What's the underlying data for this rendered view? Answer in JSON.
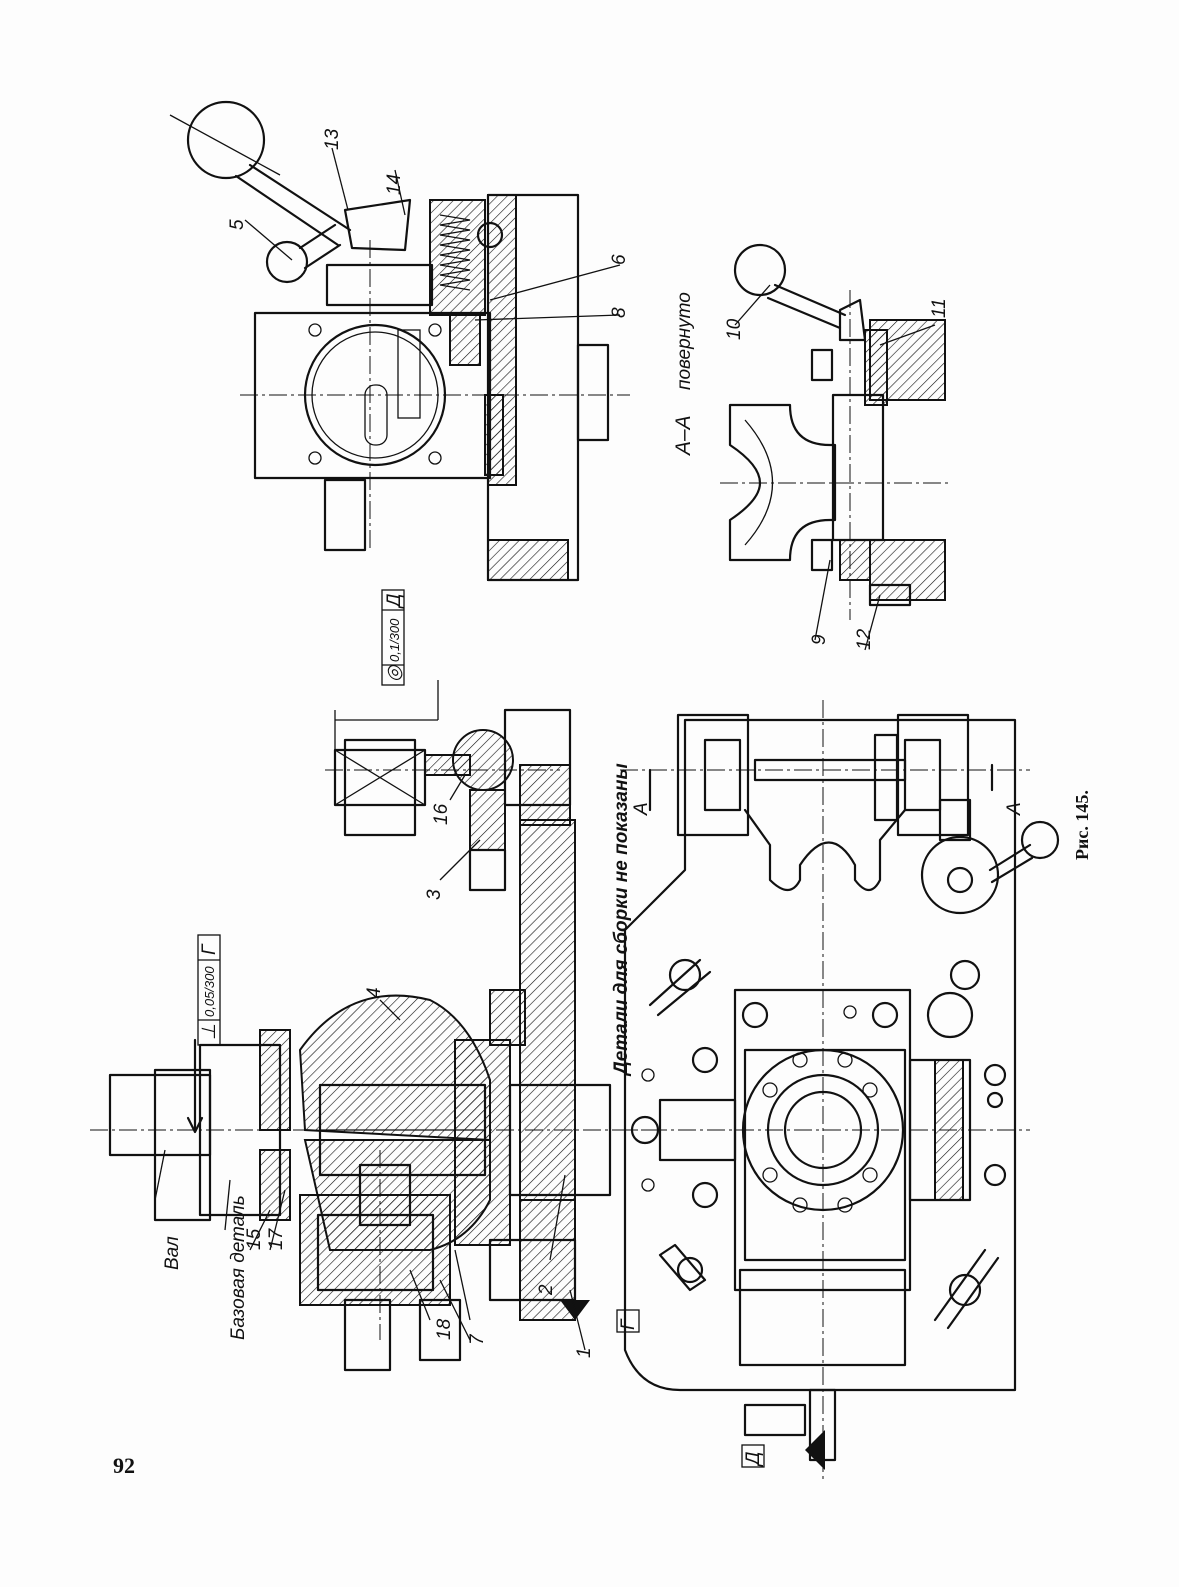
{
  "page_number": "92",
  "figure_caption": "Рис. 145.",
  "note": "Детали для сборки не показаны",
  "section_title": "А–А",
  "section_rotated": "повернуто",
  "section_marks": [
    "А",
    "А"
  ],
  "datum_labels": [
    "Г",
    "Д"
  ],
  "tolerance_frames": [
    {
      "symbol": "⊥",
      "value": "0,05/300",
      "datum": "Г"
    },
    {
      "symbol": "◎",
      "value": "0,1/300",
      "datum": "Д"
    }
  ],
  "part_labels": {
    "shaft": "Вал",
    "base_part": "Базовая деталь"
  },
  "callouts": [
    "1",
    "2",
    "3",
    "4",
    "5",
    "6",
    "7",
    "8",
    "9",
    "10",
    "11",
    "12",
    "13",
    "14",
    "15",
    "16",
    "17",
    "18"
  ]
}
